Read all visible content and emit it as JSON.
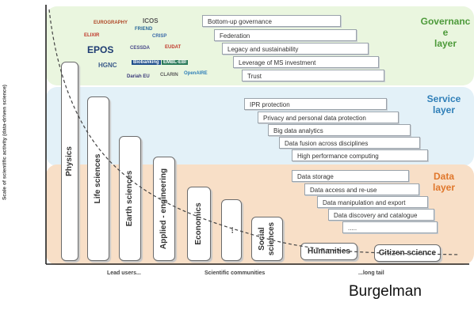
{
  "layers": {
    "governance": "Governanc\ne\nlayer",
    "service": "Service\nlayer",
    "data": "Data\nlayer"
  },
  "ribbons": {
    "governance": [
      "Bottom-up governance",
      "Federation",
      "Legacy and sustainability",
      "Leverage of MS investment",
      "Trust"
    ],
    "service": [
      "IPR protection",
      "Privacy and personal data protection",
      "Big data analytics",
      "Data fusion across disciplines",
      "High performance computing"
    ],
    "data": [
      "Data storage",
      "Data access and re-use",
      "Data manipulation and export",
      "Data discovery and catalogue",
      "....."
    ]
  },
  "communities": {
    "physics": "Physics",
    "life_sciences": "Life sciences",
    "earth_sciences": "Earth sciences",
    "applied_engineering": "Applied - engineering",
    "economics": "Economics",
    "ellipsis": "...",
    "social_sciences": "Social\nsciences",
    "humanities": "Humanities",
    "citizen_science": "Citizen science"
  },
  "logos": [
    "ICOS",
    "EPOS",
    "ELIXIR",
    "EUDAT",
    "CRISP",
    "CLARIN",
    "OpenAIRE",
    "EUROGRAPHY",
    "FRIEND",
    "CESSDA",
    "HGNC",
    "Biobanking",
    "EMBL-EBI",
    "Dariah EU"
  ],
  "axes": {
    "y_title": "Scale of scientific activity  (data-driven science)",
    "x_left": "Lead users...",
    "x_mid": "Scientific communities",
    "x_right": "...long tail"
  },
  "credit": "Burgelman"
}
